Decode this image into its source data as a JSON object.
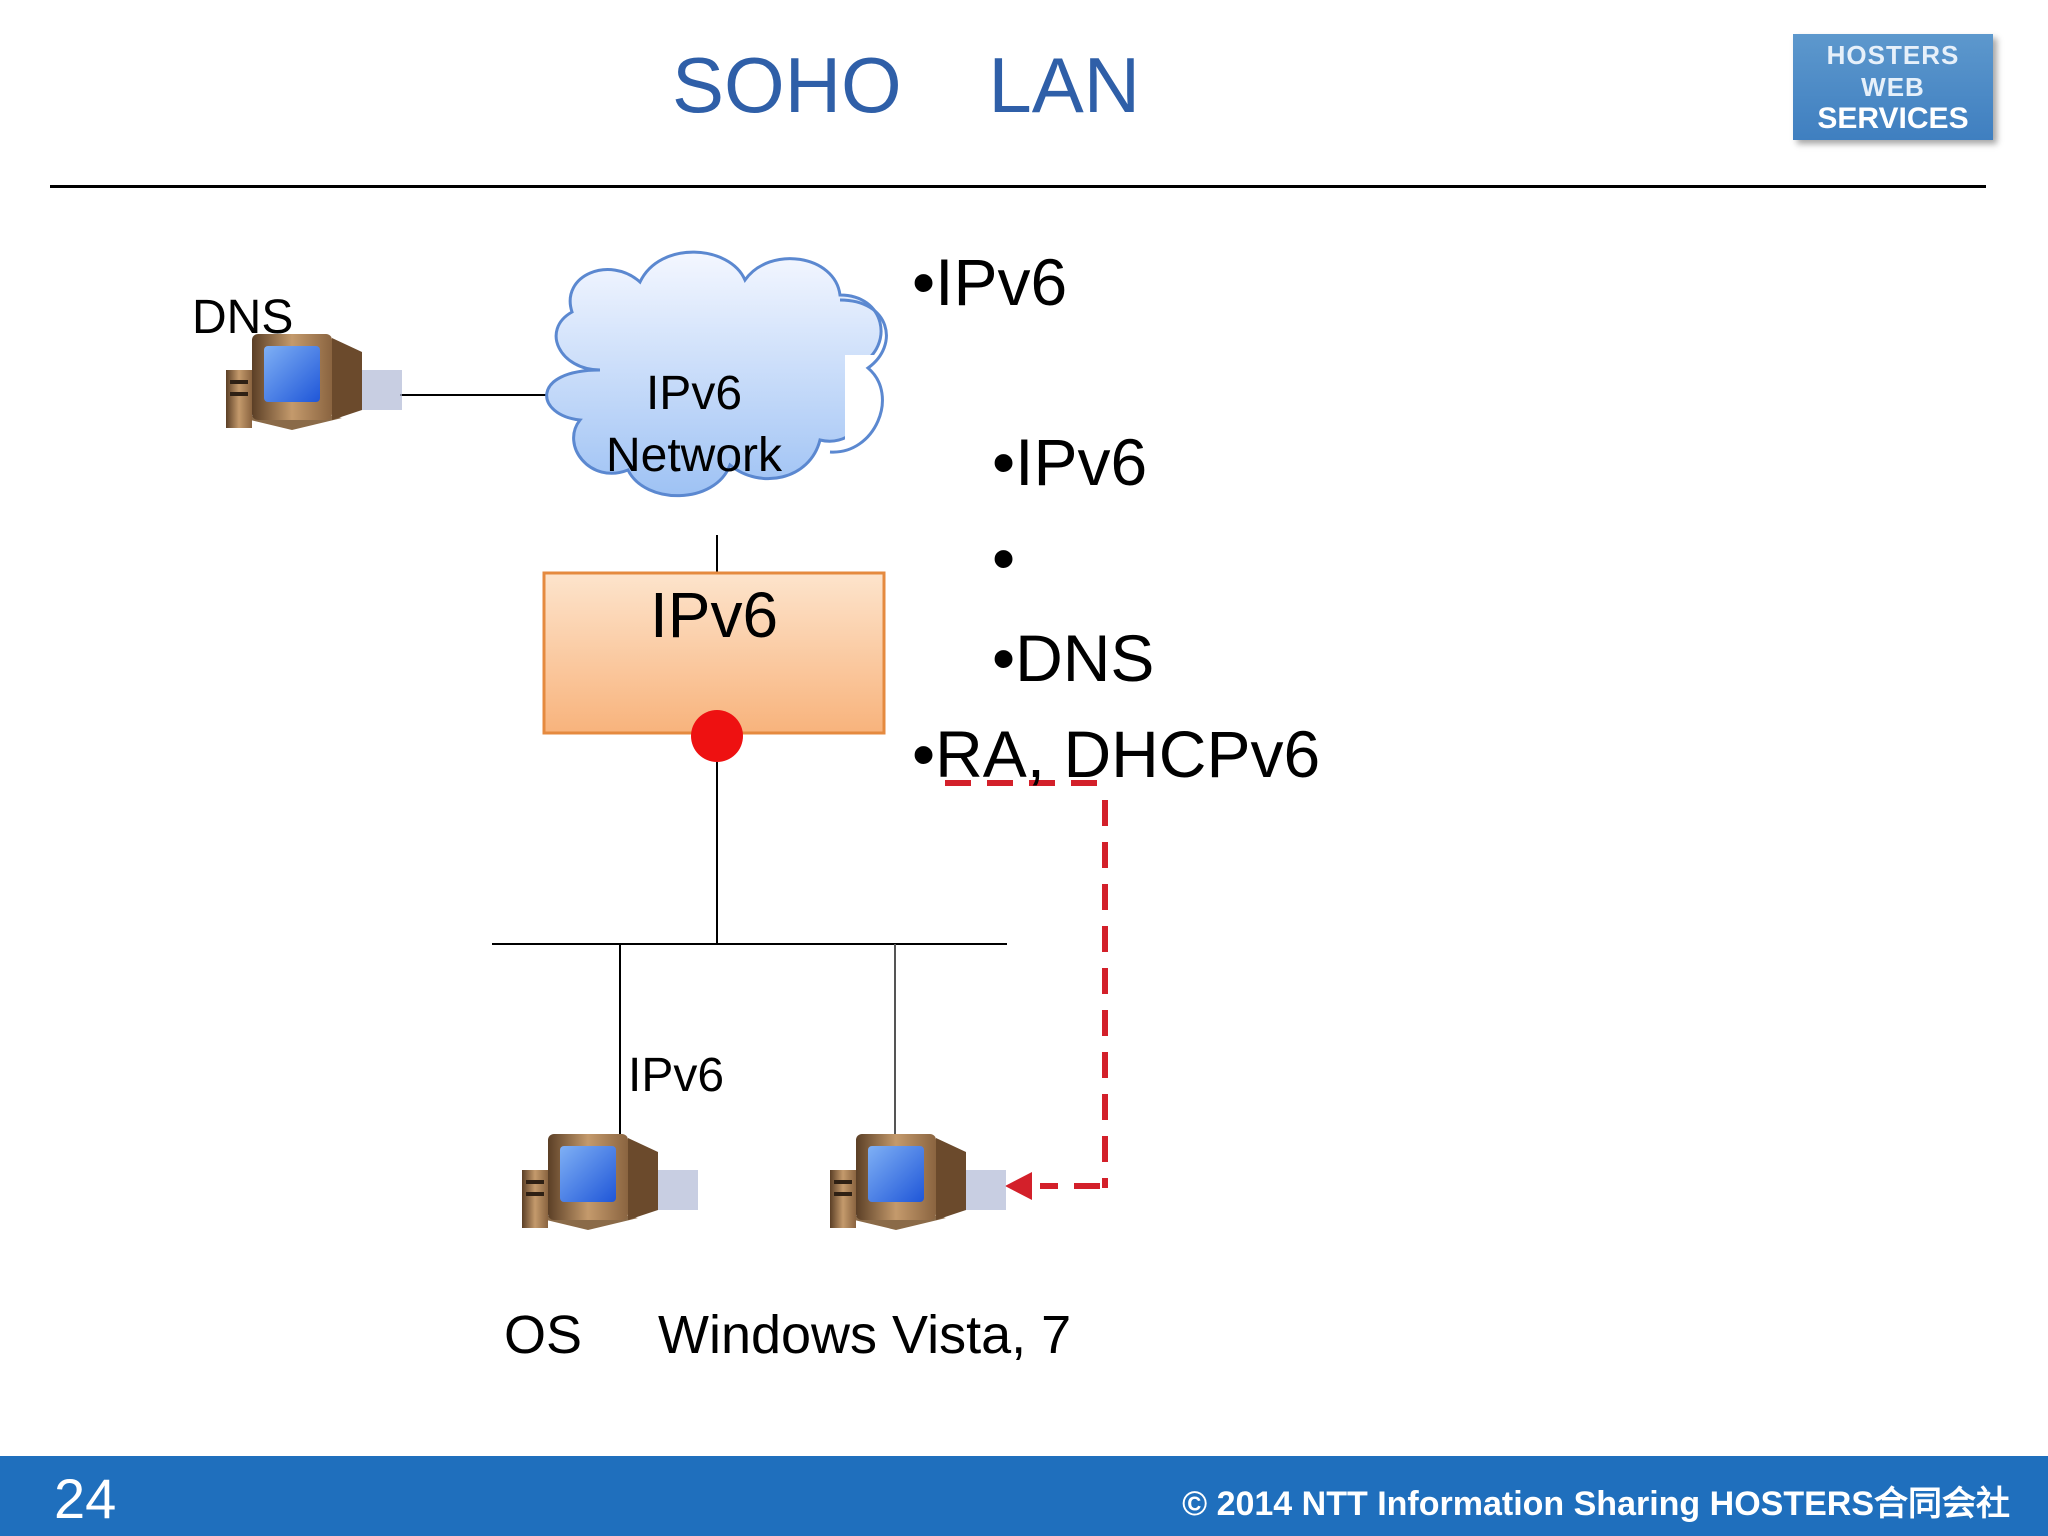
{
  "slide": {
    "title": "SOHO    LAN",
    "page_number": "24",
    "copyright": "© 2014 NTT Information Sharing  HOSTERS合同会社"
  },
  "logo": {
    "line1": "HOSTERS",
    "line2": "WEB",
    "line3": "SERVICES"
  },
  "diagram": {
    "dns_label": "DNS",
    "cloud_line1": "IPv6",
    "cloud_line2": "Network",
    "router_label": "IPv6",
    "client_label": "IPv6",
    "os_label": "OS",
    "os_value": "Windows Vista, 7"
  },
  "bullets": [
    {
      "text": "•IPv6"
    },
    {
      "text": "•IPv6"
    },
    {
      "text": "•"
    },
    {
      "text": "•DNS"
    },
    {
      "text": "•RA, DHCPv6"
    }
  ],
  "colors": {
    "title": "#2f5fa8",
    "footer": "#1f6fbd",
    "router_fill": "#f9c191",
    "dashed_arrow": "#d3202a",
    "port_dot": "#ee1111"
  }
}
